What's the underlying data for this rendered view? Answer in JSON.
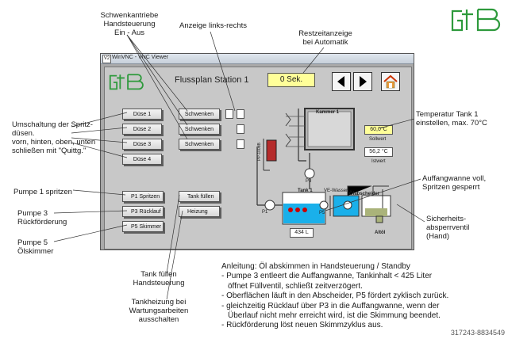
{
  "brand": {
    "logo_text": "GtB",
    "logo_color": "#2e9a3c"
  },
  "annotations": {
    "schwenk": [
      "Schwenkantriebe",
      "Handsteuerung",
      "Ein - Aus"
    ],
    "anzeige": [
      "Anzeige links-rechts"
    ],
    "restzeit": [
      "Restzeitanzeige",
      "bei Automatik"
    ],
    "temp_tank": [
      "Temperatur Tank 1",
      "einstellen, max. 70°C"
    ],
    "umschaltung": [
      "Umschaltung der Spritz-",
      "düsen.",
      "vorn, hinten, oben, unten",
      "schließen mit \"Quittg.\""
    ],
    "pumpe1": [
      "Pumpe 1 spritzen"
    ],
    "pumpe3": [
      "Pumpe 3",
      "Rückförderung"
    ],
    "pumpe5": [
      "Pumpe 5",
      "Ölskimmer"
    ],
    "auffang": [
      "Auffangwanne voll,",
      "Spritzen gesperrt"
    ],
    "sicherheit": [
      "Sicherheits-",
      "absperrventil",
      "(Hand)"
    ],
    "tank_fuellen": [
      "Tank füllen",
      "Handsteuerung"
    ],
    "tankheizung": [
      "Tankheizung bei",
      "Wartungsarbeiten",
      "ausschalten"
    ]
  },
  "window": {
    "title": "WinVNC - VNC Viewer",
    "screen_title": "Flussplan Station 1",
    "timer": "0 Sek.",
    "duese_buttons": [
      "Düse 1",
      "Düse 2",
      "Düse 3",
      "Düse 4"
    ],
    "schwenk_buttons": [
      "Schwenken",
      "Schwenken",
      "Schwenken"
    ],
    "pump_buttons": [
      "P1 Spritzen",
      "P3 Rücklauf",
      "P5 Skimmer"
    ],
    "tank_buttons": [
      "Tank füllen",
      "Heizung"
    ],
    "kammer": "Kammer 1",
    "sollwert_value": "60,0°C",
    "sollwert_label": "Sollwert",
    "istwert_value": "56,2 °C",
    "istwert_label": "Istwert",
    "tank_label": "Tank 1",
    "tank_level": "434 L",
    "ve_wasser": "VE-Wasser",
    "oelabscheider": "Ölabscheider",
    "altoel": "Altöl",
    "pump_labels": [
      "P1",
      "P3",
      "P5"
    ],
    "pp_label": "PP-100dB"
  },
  "notes": [
    "Anleitung:  Öl abskimmen in Handsteuerung / Standby",
    "- Pumpe 3 entleert die Auffangwanne, Tankinhalt < 425 Liter",
    "  öffnet Füllventil, schließt zeitverzögert.",
    "- Oberflächen läuft in den Abscheider, P5 fördert zyklisch zurück.",
    "- gleichzeitig Rücklauf über P3 in die Auffangwanne, wenn der",
    "  Überlauf nicht mehr erreicht wird, ist die Skimmung beendet.",
    "- Rückförderung löst neuen Skimmzyklus aus."
  ],
  "watermark": "317243-8834549"
}
